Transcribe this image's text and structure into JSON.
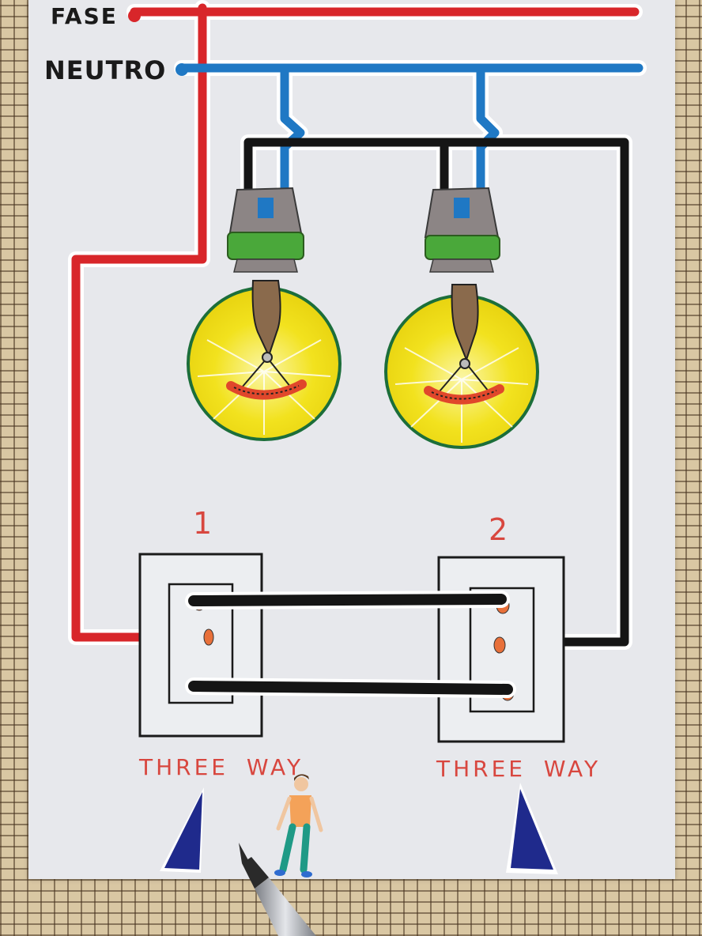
{
  "labels": {
    "fase": "FASE",
    "neutro": "NEUTRO",
    "switch_1_number": "1",
    "switch_2_number": "2",
    "switch_1_type": "THREE WAY",
    "switch_2_type": "THREE WAY"
  },
  "colors": {
    "phase_wire": "#d8262a",
    "neutral_wire": "#1f78c4",
    "return_wire": "#151515",
    "bulb_glass": "#f2e21e",
    "bulb_outline": "#1c6e3a",
    "socket_band": "#4aa83a",
    "socket_body": "#8c8585",
    "arrow_fill": "#1f2a8c",
    "label_red": "#d8473f"
  },
  "icons": {
    "bulb_left": "light-bulb-icon",
    "bulb_right": "light-bulb-icon",
    "pen": "marker-pen-icon",
    "person": "walking-person-icon"
  }
}
